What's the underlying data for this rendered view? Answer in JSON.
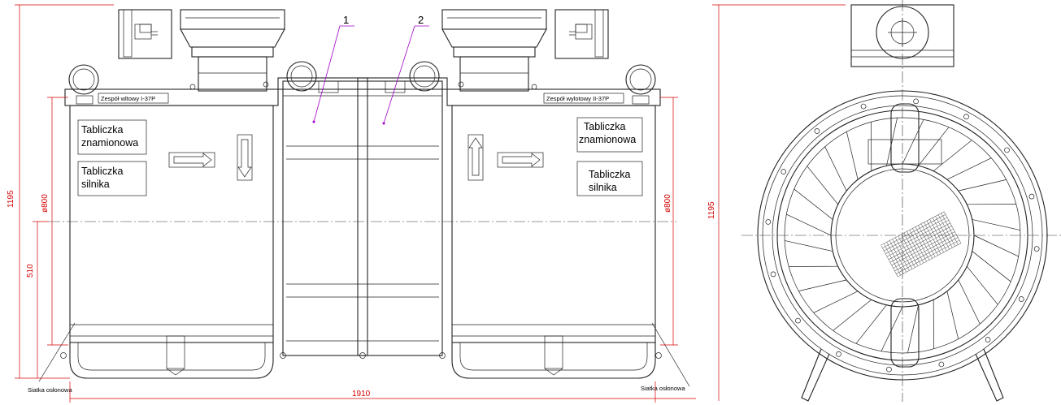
{
  "dimensions": {
    "total_height_left": "1195",
    "diameter_left": "ø800",
    "axis_height": "510",
    "total_length": "1910",
    "diameter_right": "ø800",
    "total_height_right": "1195"
  },
  "labels": {
    "inlet_unit_plate": "Zespół wltowy I-37P",
    "outlet_unit_plate": "Zespół wylotowy II-37P",
    "rating_plate_left": [
      "Tabliczka",
      "znamionowa"
    ],
    "motor_plate_left": [
      "Tabliczka",
      "silnika"
    ],
    "rating_plate_right": [
      "Tabliczka",
      "znamionowa"
    ],
    "motor_plate_right": [
      "Tabliczka",
      "silnika"
    ],
    "guard_mesh_left": "Siatka osłonowa",
    "guard_mesh_right": "Siatka osłonowa"
  },
  "callouts": {
    "item_1": "1",
    "item_2": "2"
  },
  "colors": {
    "line": "#222222",
    "dimension": "#d40000",
    "leader": "#a000c8"
  }
}
